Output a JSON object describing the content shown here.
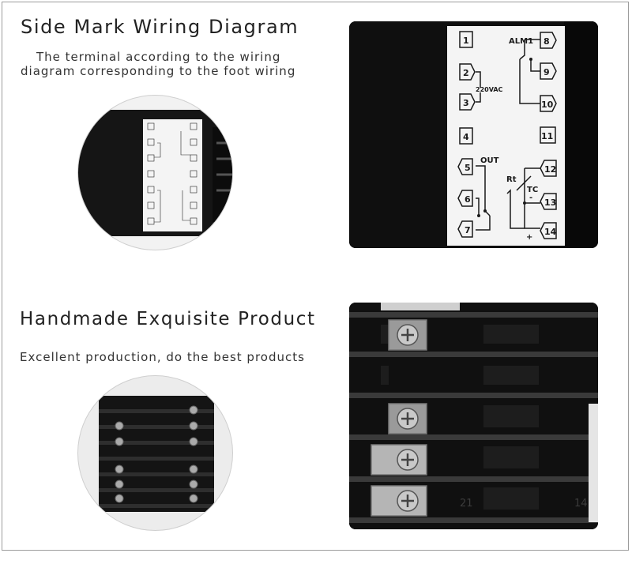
{
  "section1": {
    "title": "Side Mark Wiring Diagram",
    "subtitle_line1": "The terminal according to the wiring",
    "subtitle_line2": "diagram corresponding to the foot wiring"
  },
  "section2": {
    "title": "Handmade Exquisite Productic",
    "subtitle": "Excellent production, do the best products"
  },
  "wiring_label": {
    "alm": "ALM1",
    "voltage": "220VAC",
    "out": "OUT",
    "rt": "Rt",
    "tc": "TC",
    "plus": "+",
    "minus": "-",
    "terminals": [
      "1",
      "2",
      "3",
      "4",
      "5",
      "6",
      "7",
      "8",
      "9",
      "10",
      "11",
      "12",
      "13",
      "14"
    ]
  },
  "back_numbers": [
    "21",
    "14"
  ],
  "colors": {
    "panel_bg": "#0f0f0f",
    "label_bg": "#f4f4f4",
    "frame": "#9c9c9c"
  }
}
